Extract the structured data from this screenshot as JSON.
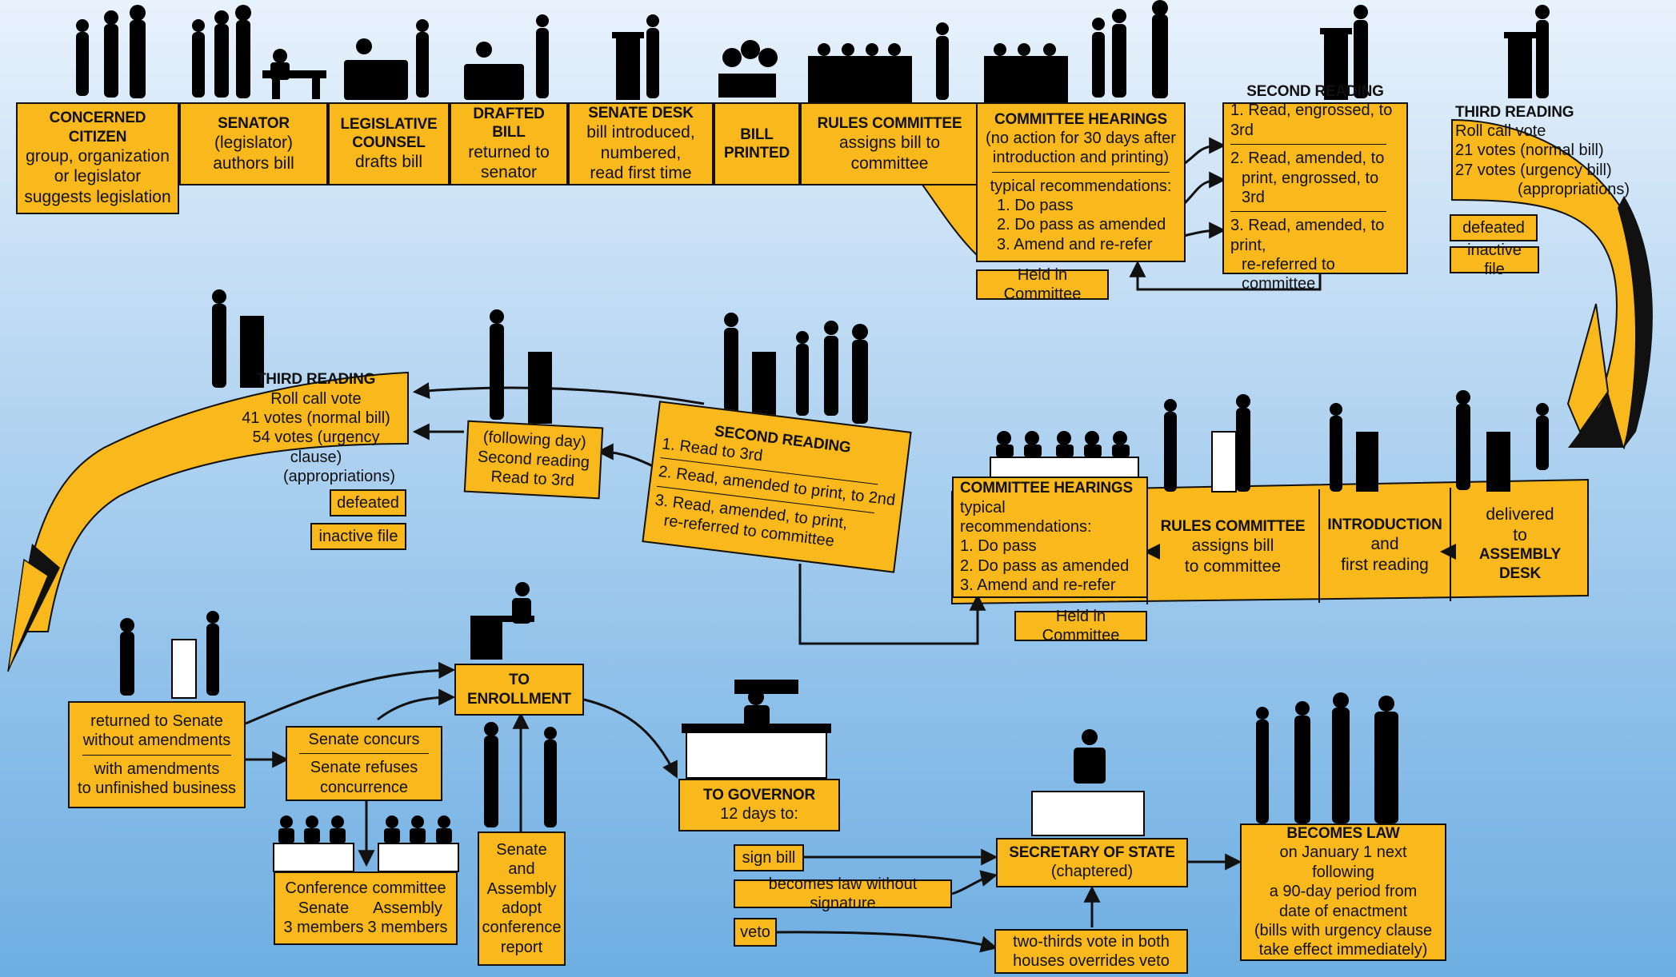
{
  "senate_track": {
    "citizen": {
      "title": "CONCERNED CITIZEN",
      "lines": [
        "group, organization",
        "or legislator",
        "suggests legislation"
      ]
    },
    "senator": {
      "title": "SENATOR",
      "lines": [
        "(legislator)",
        "authors bill"
      ]
    },
    "counsel": {
      "title1": "LEGISLATIVE",
      "title2": "COUNSEL",
      "line": "drafts bill"
    },
    "drafted": {
      "title": "DRAFTED BILL",
      "lines": [
        "returned to",
        "senator"
      ]
    },
    "senate_desk": {
      "title": "SENATE DESK",
      "lines": [
        "bill introduced,",
        "numbered,",
        "read first time"
      ]
    },
    "printed": {
      "title1": "BILL",
      "title2": "PRINTED"
    },
    "rules": {
      "title": "RULES COMMITTEE",
      "lines": [
        "assigns bill to",
        "committee"
      ]
    },
    "hearings": {
      "title": "COMMITTEE HEARINGS",
      "lines": [
        "(no action for 30 days after",
        "introduction and printing)"
      ],
      "rec_title": "typical recommendations:",
      "recs": [
        "1. Do pass",
        "2. Do pass as amended",
        "3. Amend and re-refer"
      ]
    },
    "held": "Held in Committee",
    "second": {
      "title": "SECOND READING",
      "items": [
        "1. Read, engrossed, to 3rd",
        "2. Read, amended, to",
        "print, engrossed, to 3rd",
        "3. Read, amended, to print,",
        "re-referred to committee"
      ]
    },
    "third": {
      "title": "THIRD READING",
      "lines": [
        "Roll call vote",
        "21 votes  (normal bill)",
        "27 votes  (urgency bill)",
        "(appropriations)"
      ],
      "defeated": "defeated",
      "inactive": "inactive file"
    }
  },
  "assembly_track": {
    "desk": {
      "line1": "delivered",
      "line2": "to",
      "title": "ASSEMBLY DESK"
    },
    "intro": {
      "title": "INTRODUCTION",
      "lines": [
        "and",
        "first reading"
      ]
    },
    "rules": {
      "title": "RULES COMMITTEE",
      "lines": [
        "assigns bill",
        "to committee"
      ]
    },
    "hearings": {
      "title": "COMMITTEE HEARINGS",
      "rec_title": "typical recommendations:",
      "recs": [
        "1. Do pass",
        "2. Do pass as amended",
        "3. Amend and re-refer"
      ]
    },
    "held": "Held in Committee",
    "second": {
      "title": "SECOND READING",
      "items": [
        "1. Read to 3rd",
        "2. Read, amended to print, to 2nd",
        "3. Read, amended, to print,",
        "re-referred to committee"
      ]
    },
    "following": {
      "lines": [
        "(following day)",
        "Second reading",
        "Read to 3rd"
      ]
    },
    "third": {
      "title": "THIRD READING",
      "lines": [
        "Roll call vote",
        "41 votes  (normal bill)",
        "54 votes  (urgency clause)",
        "(appropriations)"
      ],
      "defeated": "defeated",
      "inactive": "inactive file"
    }
  },
  "final_track": {
    "returned": {
      "line1": "returned to Senate",
      "line2": "without amendments",
      "line3": "with amendments",
      "line4": "to unfinished business"
    },
    "concurs": {
      "line1": "Senate concurs",
      "line2": "Senate refuses",
      "line3": "concurrence"
    },
    "conference": {
      "title": "Conference committee",
      "senate": "Senate",
      "senate_n": "3 members",
      "assembly": "Assembly",
      "assembly_n": "3 members"
    },
    "adopt": {
      "lines": [
        "Senate",
        "and",
        "Assembly",
        "adopt",
        "conference",
        "report"
      ]
    },
    "enrollment": {
      "title1": "TO",
      "title2": "ENROLLMENT"
    },
    "governor": {
      "title": "TO GOVERNOR",
      "line": "12 days to:"
    },
    "options": [
      "sign bill",
      "becomes law without signature",
      "veto"
    ],
    "override": {
      "line1": "two-thirds vote in both",
      "line2": "houses overrides veto"
    },
    "secretary": {
      "title": "SECRETARY OF STATE",
      "line": "(chaptered)"
    },
    "law": {
      "title": "BECOMES LAW",
      "lines": [
        "on January 1 next following",
        "a 90-day period from",
        "date of enactment",
        "(bills with urgency clause",
        "take effect immediately)"
      ]
    }
  },
  "colors": {
    "accent": "#f9b81c",
    "ink": "#111111",
    "sky_top": "#e8f2fc",
    "sky_bottom": "#6eaee2"
  }
}
